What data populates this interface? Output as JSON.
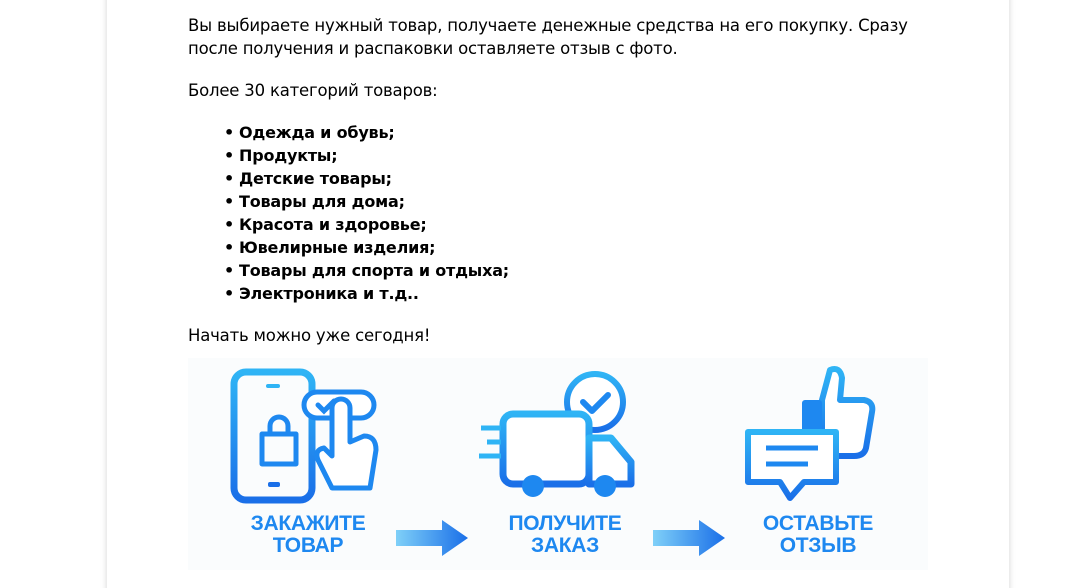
{
  "intro": {
    "paragraph": "Вы выбираете нужный товар, получаете денежные средства на его покупку. Сразу после получения и распаковки оставляете отзыв с фото.",
    "categories_heading": "Более 30 категорий товаров:"
  },
  "categories": [
    "Одежда и обувь;",
    "Продукты;",
    "Детские товары;",
    "Товары для дома;",
    "Красота и здоровье;",
    "Ювелирные изделия;",
    "Товары для спорта и отдыха;",
    "Электроника и т.д.."
  ],
  "bullet": "•",
  "closing": "Начать можно уже сегодня!",
  "banner": {
    "steps": [
      {
        "line1": "ЗАКАЖИТЕ",
        "line2": "ТОВАР",
        "icon": "phone-order-icon"
      },
      {
        "line1": "ПОЛУЧИТЕ",
        "line2": "ЗАКАЗ",
        "icon": "delivery-truck-icon"
      },
      {
        "line1": "ОСТАВЬТЕ",
        "line2": "ОТЗЫВ",
        "icon": "thumbs-up-review-icon"
      }
    ],
    "accent_color": "#1e88f0",
    "accent_light": "#2fb4f5"
  }
}
